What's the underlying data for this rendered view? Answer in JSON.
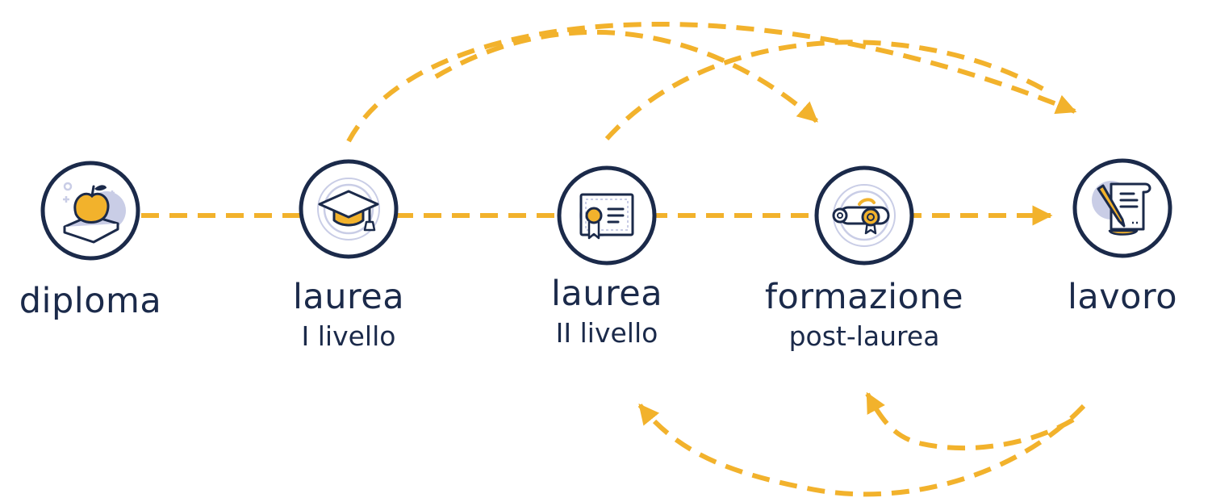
{
  "colors": {
    "accent": "#f2b22c",
    "navy": "#1b2a4a",
    "halo": "#c9cde6",
    "paper": "#ffffff"
  },
  "nodes": [
    {
      "id": "diploma",
      "title": "diploma",
      "subtitle": "",
      "icon": "apple-on-book-icon"
    },
    {
      "id": "laurea-1",
      "title": "laurea",
      "subtitle": "I livello",
      "icon": "graduation-cap-icon"
    },
    {
      "id": "laurea-2",
      "title": "laurea",
      "subtitle": "II livello",
      "icon": "certificate-icon"
    },
    {
      "id": "formazione",
      "title": "formazione",
      "subtitle": "post-laurea",
      "icon": "diploma-scroll-icon"
    },
    {
      "id": "lavoro",
      "title": "lavoro",
      "subtitle": "",
      "icon": "contract-pen-icon"
    }
  ],
  "edges": [
    {
      "from": "diploma",
      "to": "lavoro",
      "kind": "straight-chain"
    },
    {
      "from": "laurea-1",
      "to": "lavoro"
    },
    {
      "from": "laurea-1",
      "to": "formazione"
    },
    {
      "from": "laurea-2",
      "to": "lavoro"
    },
    {
      "from": "lavoro",
      "to": "laurea-2"
    },
    {
      "from": "lavoro",
      "to": "formazione"
    }
  ]
}
